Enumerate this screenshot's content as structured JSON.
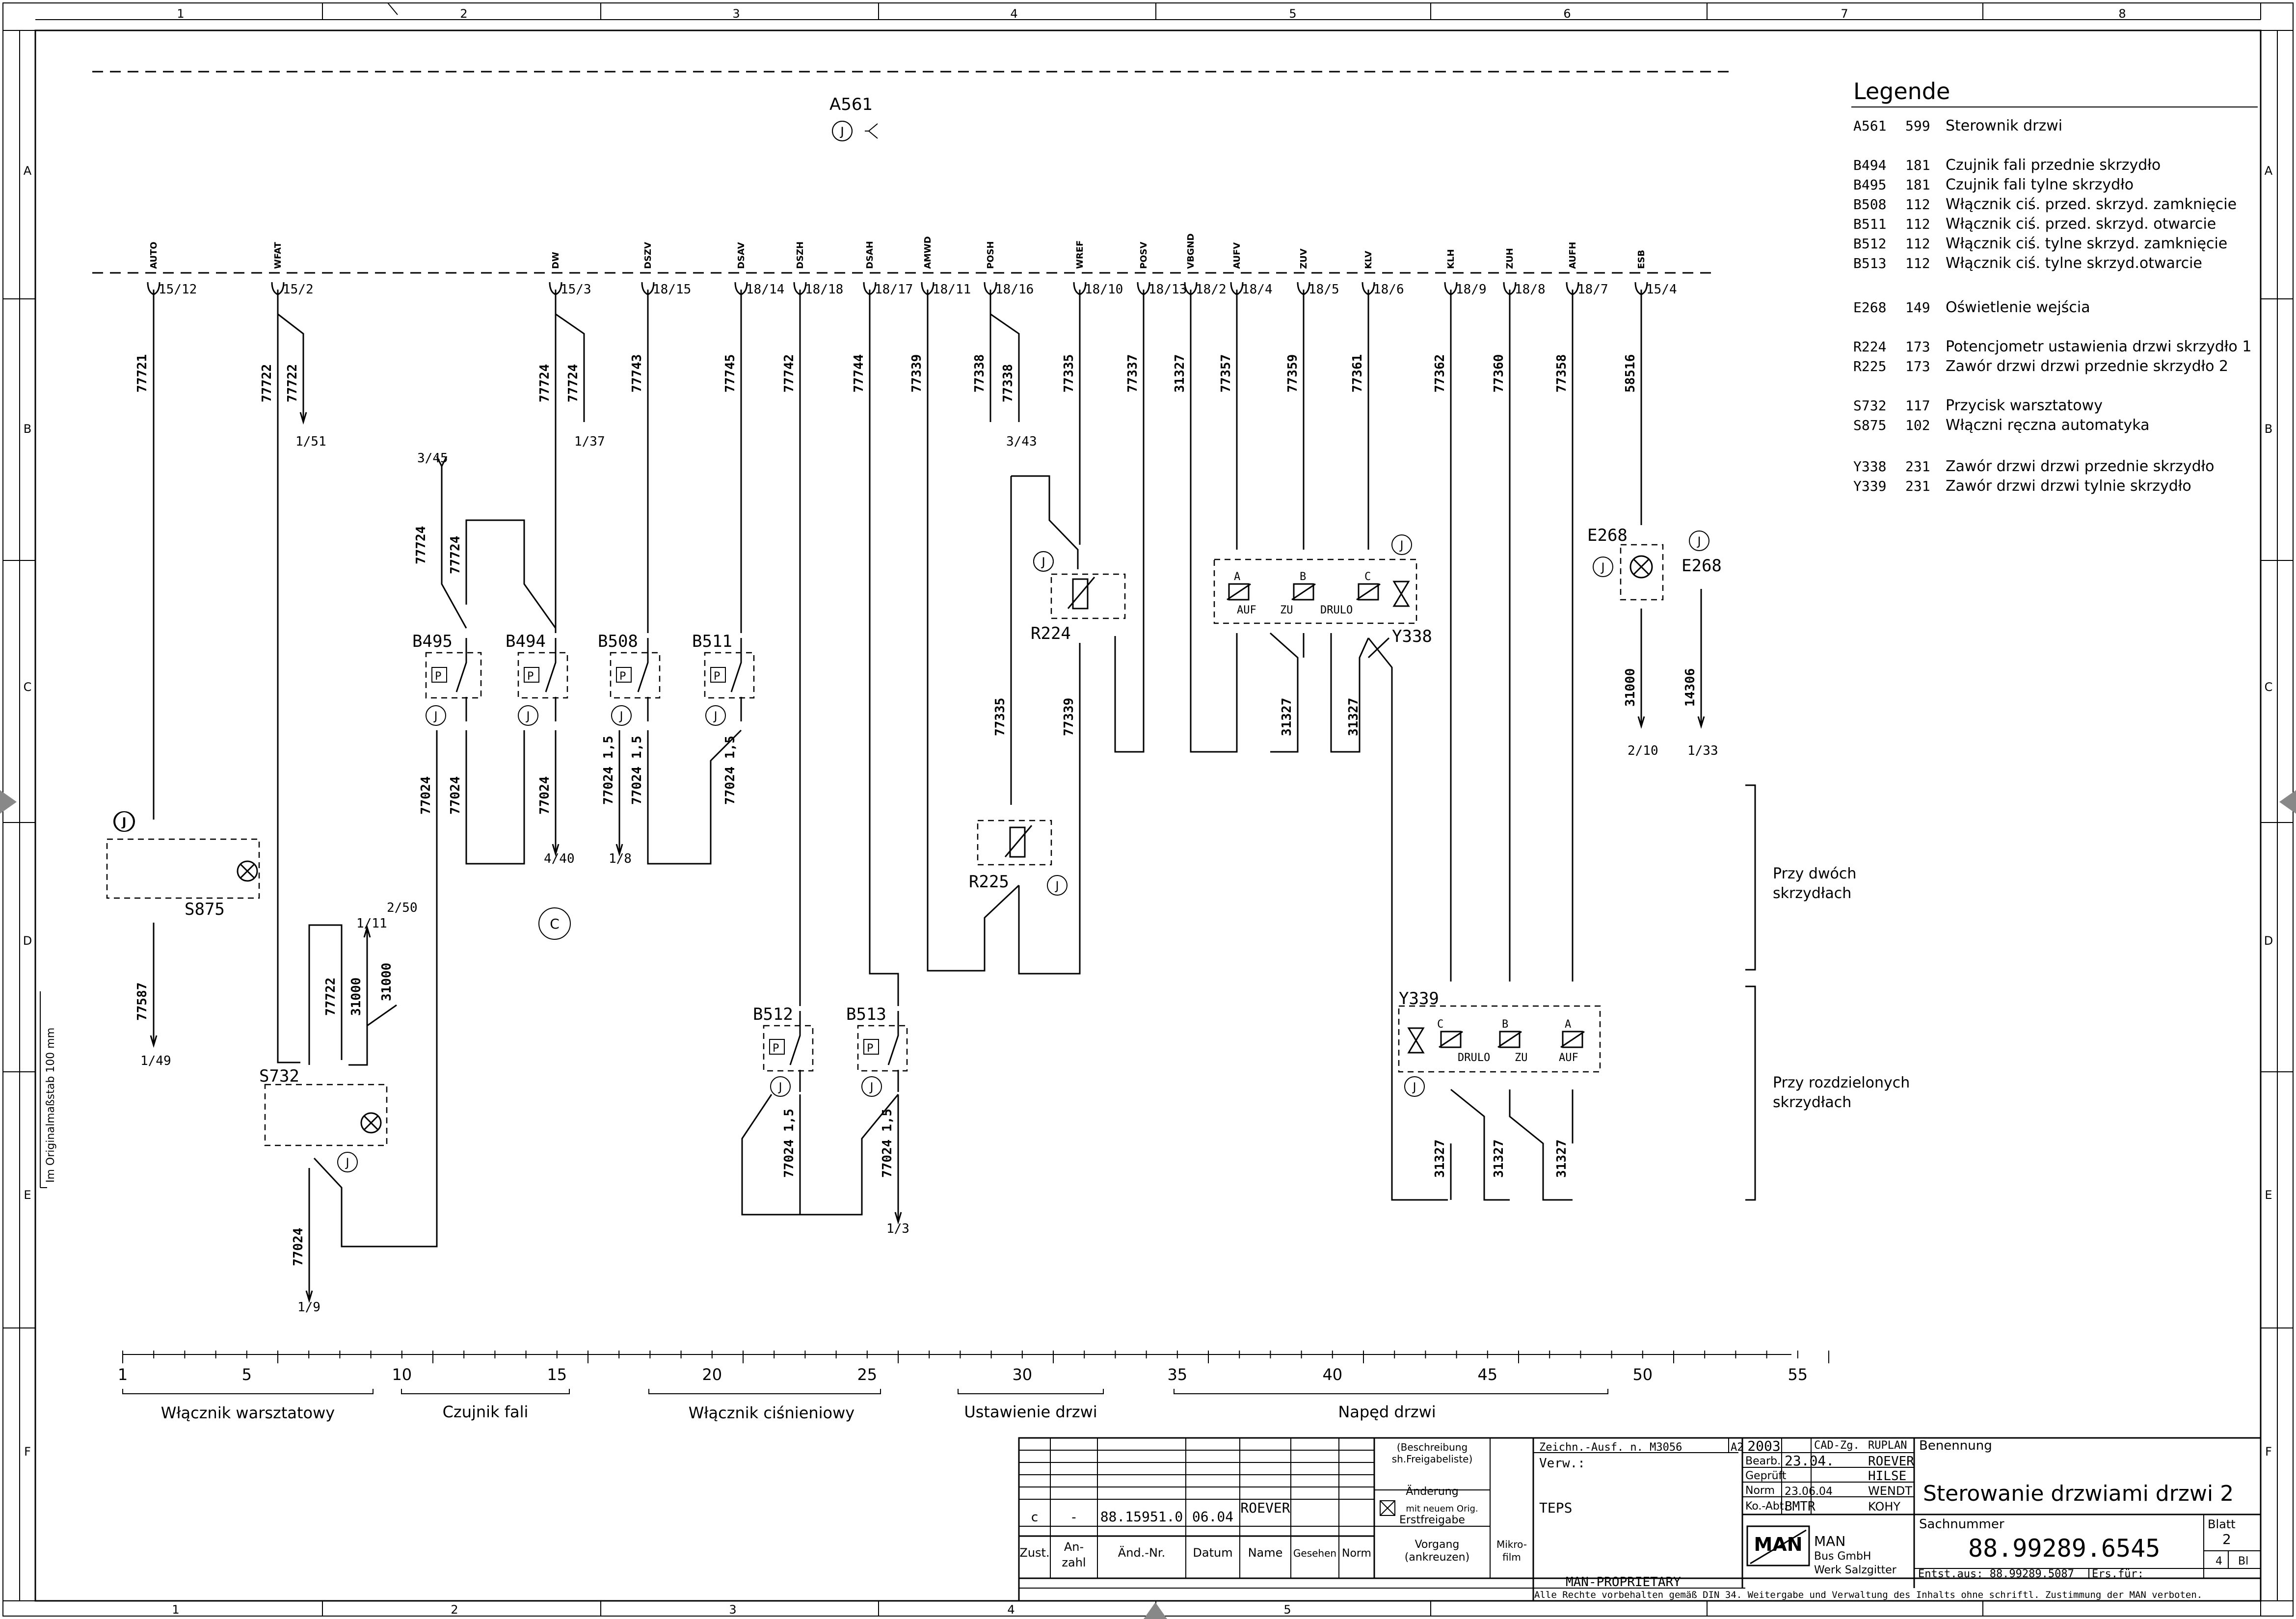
{
  "grid": {
    "columns": [
      "1",
      "2",
      "3",
      "4",
      "5",
      "6",
      "7",
      "8"
    ],
    "rows": [
      "A",
      "B",
      "C",
      "D",
      "E",
      "F"
    ]
  },
  "top_component": {
    "id": "A561"
  },
  "connectors": [
    {
      "signal": "AUTO",
      "pin": "15/12"
    },
    {
      "signal": "WFAT",
      "pin": "15/2"
    },
    {
      "signal": "DW",
      "pin": "15/3"
    },
    {
      "signal": "DSZV",
      "pin": "18/15"
    },
    {
      "signal": "DSAV",
      "pin": "18/14"
    },
    {
      "signal": "DSZH",
      "pin": "18/18"
    },
    {
      "signal": "DSAH",
      "pin": "18/17"
    },
    {
      "signal": "AMWD",
      "pin": "18/11"
    },
    {
      "signal": "POSH",
      "pin": "18/16"
    },
    {
      "signal": "WREF",
      "pin": "18/10"
    },
    {
      "signal": "POSV",
      "pin": "18/13"
    },
    {
      "signal": "VBGND",
      "pin": "18/2"
    },
    {
      "signal": "AUFV",
      "pin": "18/4"
    },
    {
      "signal": "ZUV",
      "pin": "18/5"
    },
    {
      "signal": "KLV",
      "pin": "18/6"
    },
    {
      "signal": "KLH",
      "pin": "18/9"
    },
    {
      "signal": "ZUH",
      "pin": "18/8"
    },
    {
      "signal": "AUFH",
      "pin": "18/7"
    },
    {
      "signal": "ESB",
      "pin": "15/4"
    }
  ],
  "wire_numbers": {
    "w77721": "77721",
    "w77722a": "77722",
    "w77722b": "77722",
    "w77724a": "77724",
    "w77724b": "77724",
    "w77743": "77743",
    "w77745": "77745",
    "w77742": "77742",
    "w77744": "77744",
    "w77339": "77339",
    "w77338a": "77338",
    "w77338b": "77338",
    "w77335": "77335",
    "w77337": "77337",
    "w31327a": "31327",
    "w77357": "77357",
    "w77359": "77359",
    "w77361": "77361",
    "w77362": "77362",
    "w77360": "77360",
    "w77358": "77358",
    "w58516": "58516",
    "w77724c": "77724",
    "w77724d": "77724",
    "w77024a": "77024",
    "w77024b": "77024",
    "w77024c": "77024",
    "w77024d": "77024 1,5",
    "w77024e": "77024 1,5",
    "w77335b": "77335",
    "w77339b": "77339",
    "w31327b": "31327",
    "w31327c": "31327",
    "w31000a": "31000",
    "w14306": "14306",
    "w77587": "77587",
    "w77722c": "77722",
    "w31000b": "31000",
    "w31000c": "31000",
    "w77024f": "77024",
    "w77024g": "77024 1,5",
    "w77024h": "77024 1,5",
    "w31327d": "31327",
    "w31327e": "31327",
    "w31327f": "31327"
  },
  "refs": {
    "r1_51": "1/51",
    "r1_37": "1/37",
    "r3_43": "3/43",
    "r3_45": "3/45",
    "r4_40": "4/40",
    "r1_8": "1/8",
    "r2_10": "2/10",
    "r1_33": "1/33",
    "r1_49": "1/49",
    "r1_11": "1/11",
    "r2_50": "2/50",
    "r1_9": "1/9",
    "r1_3": "1/3"
  },
  "components": {
    "B495": "B495",
    "B494": "B494",
    "B508": "B508",
    "B511": "B511",
    "B512": "B512",
    "B513": "B513",
    "S875": "S875",
    "S732": "S732",
    "R224": "R224",
    "R225": "R225",
    "Y338": "Y338",
    "Y339": "Y339",
    "E268a": "E268",
    "E268b": "E268",
    "C": "C"
  },
  "valve_labels": {
    "A": "A",
    "B": "B",
    "C": "C",
    "auf": "AUF",
    "zu": "ZU",
    "drulo": "DRULO"
  },
  "side_notes": {
    "two_leaf": "Przy dwóch\nskrzydłach",
    "split_leaf": "Przy rozdzielonych\nskrzydłach"
  },
  "legend": {
    "title": "Legende",
    "items": [
      {
        "code": "A561",
        "num": "599",
        "desc": "Sterownik drzwi"
      },
      {
        "code": "B494",
        "num": "181",
        "desc": "Czujnik fali przednie skrzydło"
      },
      {
        "code": "B495",
        "num": "181",
        "desc": "Czujnik fali tylne skrzydło"
      },
      {
        "code": "B508",
        "num": "112",
        "desc": "Włącznik ciś. przed. skrzyd. zamknięcie"
      },
      {
        "code": "B511",
        "num": "112",
        "desc": "Włącznik ciś. przed. skrzyd. otwarcie"
      },
      {
        "code": "B512",
        "num": "112",
        "desc": "Włącznik ciś. tylne skrzyd. zamknięcie"
      },
      {
        "code": "B513",
        "num": "112",
        "desc": "Włącznik ciś. tylne skrzyd.otwarcie"
      },
      {
        "code": "E268",
        "num": "149",
        "desc": "Oświetlenie wejścia"
      },
      {
        "code": "R224",
        "num": "173",
        "desc": "Potencjometr ustawienia drzwi skrzydło 1"
      },
      {
        "code": "R225",
        "num": "173",
        "desc": "Zawór drzwi drzwi przednie skrzydło 2"
      },
      {
        "code": "S732",
        "num": "117",
        "desc": "Przycisk warsztatowy"
      },
      {
        "code": "S875",
        "num": "102",
        "desc": "Włączni ręczna automatyka"
      },
      {
        "code": "Y338",
        "num": "231",
        "desc": "Zawór drzwi drzwi przednie skrzydło"
      },
      {
        "code": "Y339",
        "num": "231",
        "desc": "Zawór drzwi drzwi tylnie skrzydło"
      }
    ]
  },
  "scale": {
    "numbers": [
      "1",
      "5",
      "10",
      "15",
      "20",
      "25",
      "30",
      "35",
      "40",
      "45",
      "50",
      "55"
    ],
    "groups": [
      "Włącznik warsztatowy",
      "Czujnik fali",
      "Włącznik ciśnieniowy",
      "Ustawienie drzwi",
      "Napęd drzwi"
    ]
  },
  "side_label": "Im Originalmaßstab 100 mm",
  "title_block": {
    "title": "Sterowanie drzwiami drzwi 2",
    "sachnummer_label": "Sachnummer",
    "sachnummer": "88.99289.6545",
    "benennung_label": "Benennung",
    "blatt_label": "Blatt",
    "blatt": "2",
    "blatt_total": "4",
    "bl": "Bl",
    "zeichn": "Zeichn.-Ausf. n. M3056",
    "format": "A2",
    "year": "2003",
    "cad_label": "CAD-Zg.",
    "cad_value": "RUPLAN",
    "bearb_label": "Bearb.",
    "bearb_date": "23.04.",
    "bearb_name": "ROEVER",
    "geprueft_label": "Geprüft",
    "geprueft_name": "HILSE",
    "norm_label": "Norm",
    "norm_date": "23.06.04",
    "norm_name": "WENDT",
    "koabt_label": "Ko.-Abt.",
    "koabt_value": "BMTR",
    "koabt_name": "KOHY",
    "verw_label": "Verw.:",
    "teps": "TEPS",
    "proprietary": "MAN-PROPRIETARY",
    "company": "MAN",
    "company_sub1": "Bus GmbH",
    "company_sub2": "Werk Salzgitter",
    "entst": "Entst.aus: 88.99289.5087",
    "ers": "Ers.für:",
    "rights": "Alle Rechte vorbehalten gemäß DIN 34. Weitergabe und Verwaltung des Inhalts ohne schriftl. Zustimmung der MAN verboten.",
    "rev_row": {
      "zust": "c",
      "anzahl": "-",
      "aend": "88.15951.0",
      "datum": "06.04",
      "name": "ROEVER"
    },
    "rev_headers": {
      "zust": "Zust.",
      "anzahl": "An-\nzahl",
      "aend": "Änd.-Nr.",
      "datum": "Datum",
      "name": "Name",
      "gesehen": "Gesehen",
      "norm": "Norm"
    },
    "beschreibung": "(Beschreibung\nsh.Freigabeliste)",
    "aenderung": "Änderung",
    "mit_neuem": "mit neuem Orig.",
    "erstfreigabe": "Erstfreigabe",
    "vorgang": "Vorgang\n(ankreuzen)",
    "mikrofilm": "Mikro-\nfilm"
  }
}
